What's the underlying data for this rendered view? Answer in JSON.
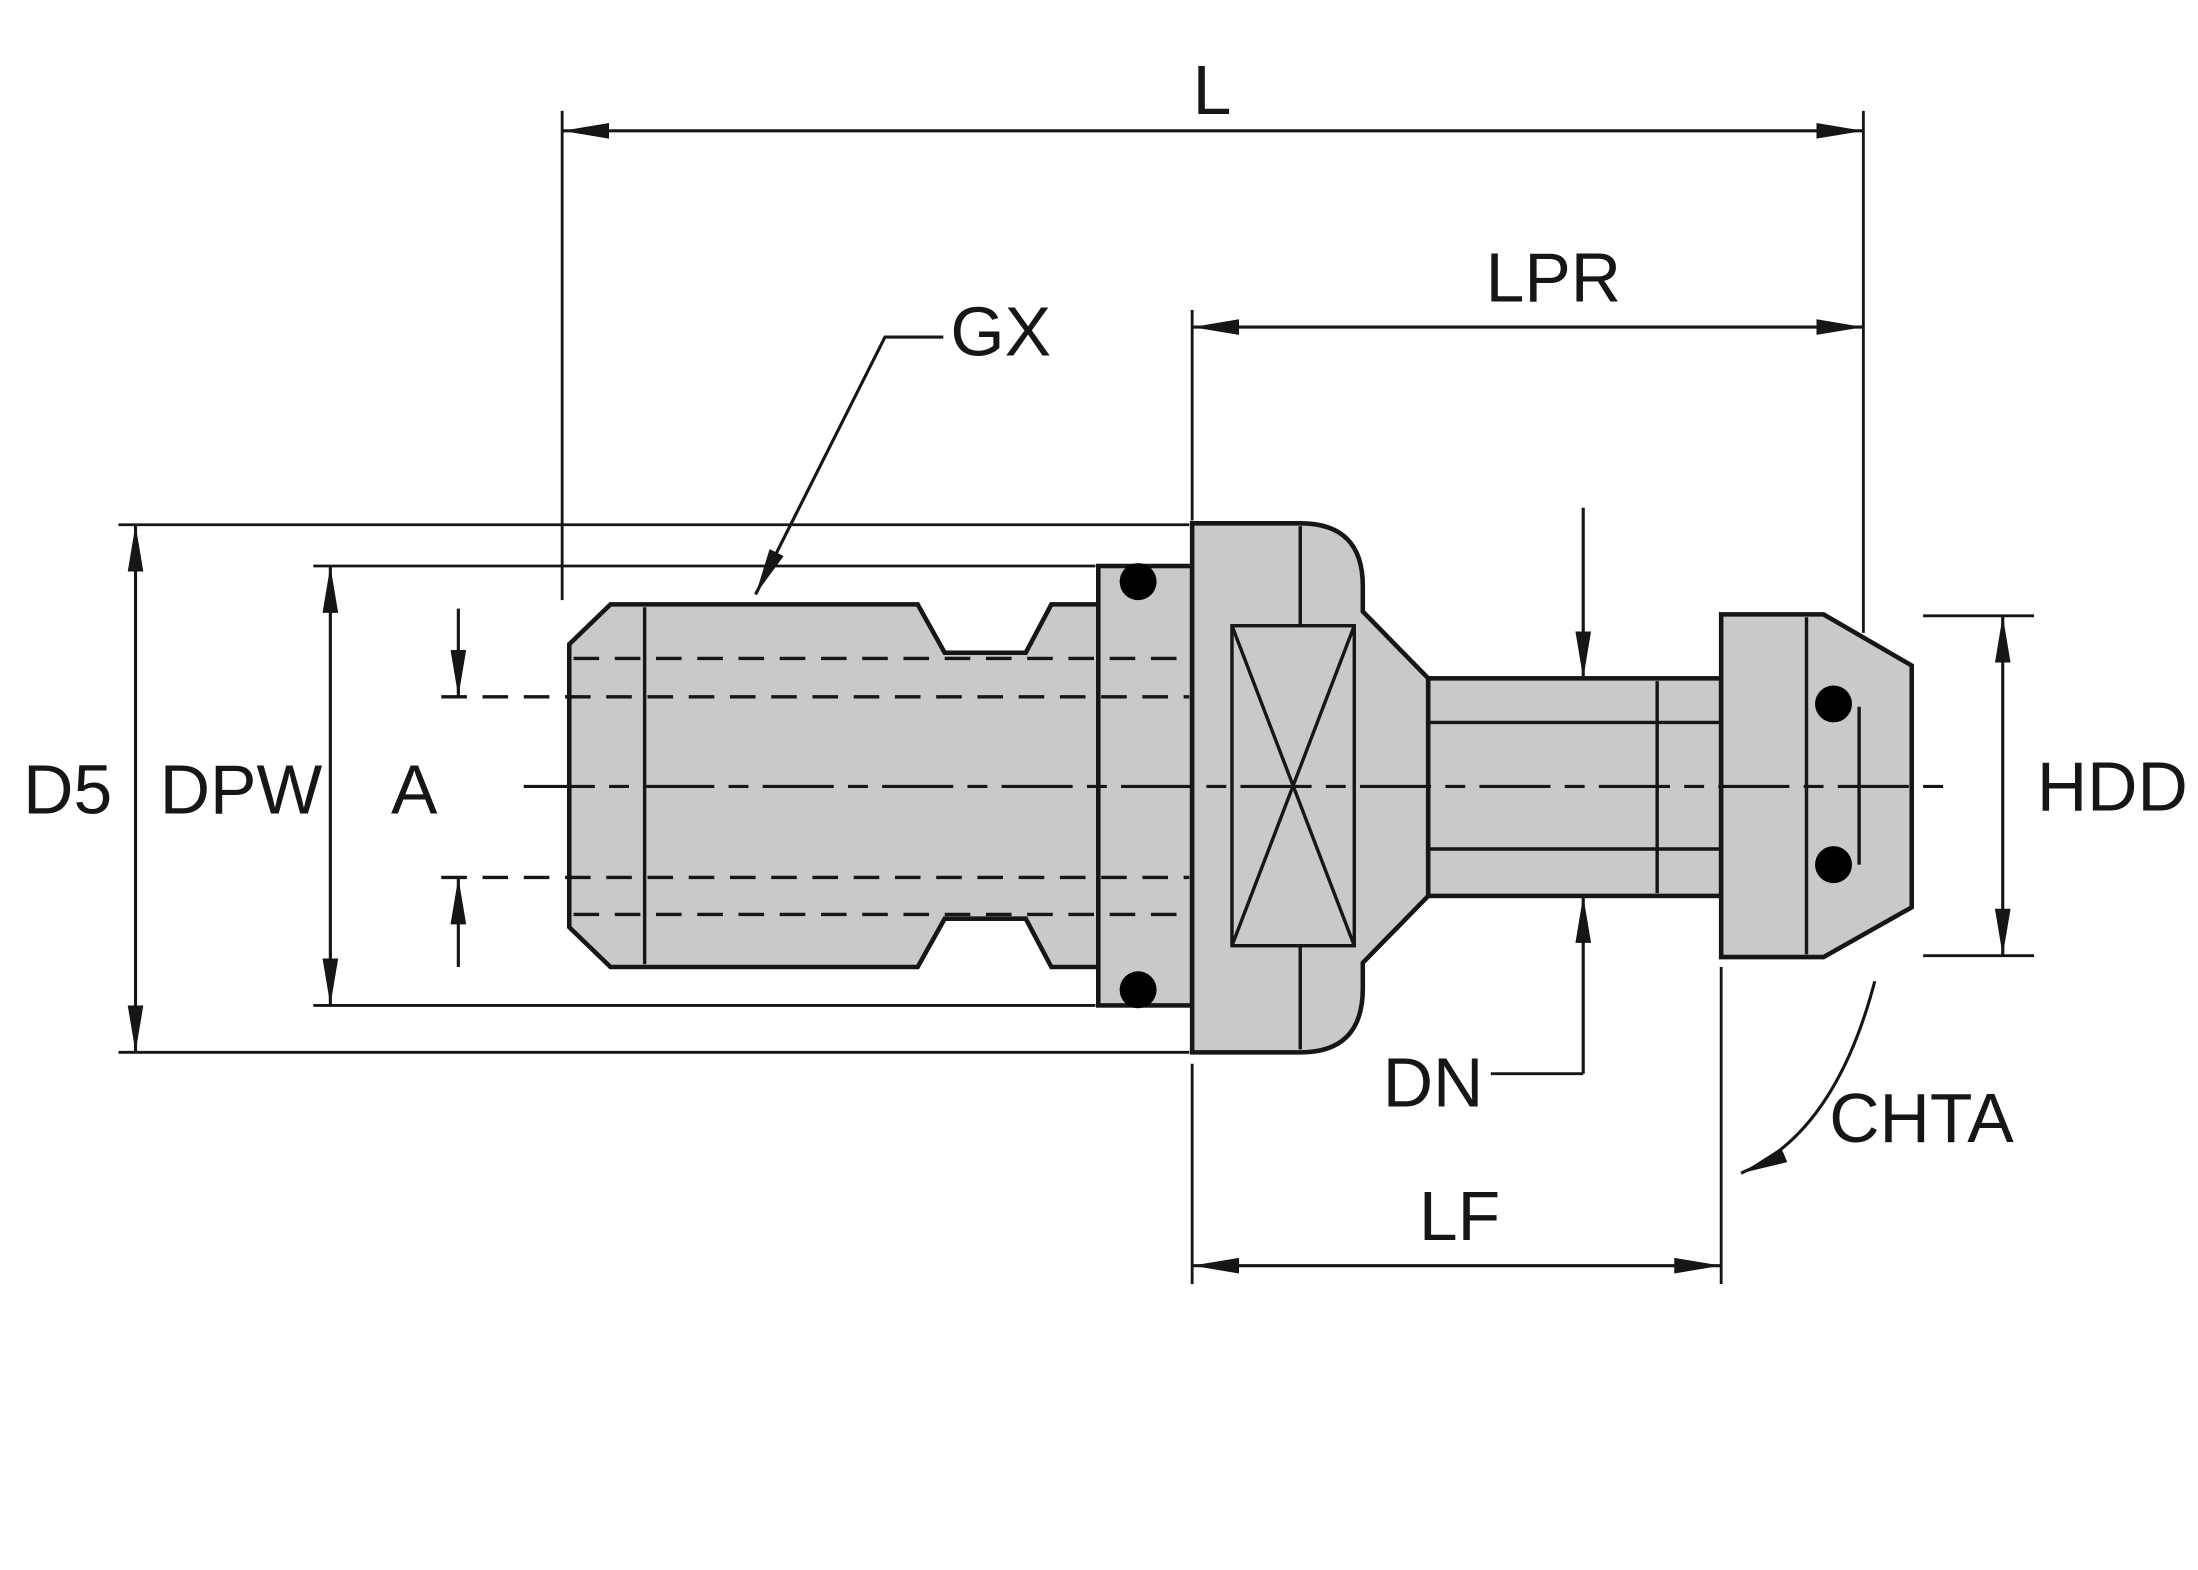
{
  "diagram": {
    "colors": {
      "background": "#ffffff",
      "part_fill": "#c7c9ca",
      "line": "#161616",
      "oring": "#000000"
    },
    "labels": {
      "L": "L",
      "LPR": "LPR",
      "GX": "GX",
      "D5": "D5",
      "DPW": "DPW",
      "A": "A",
      "HDD": "HDD",
      "DN": "DN",
      "CHTA": "CHTA",
      "LF": "LF"
    }
  }
}
